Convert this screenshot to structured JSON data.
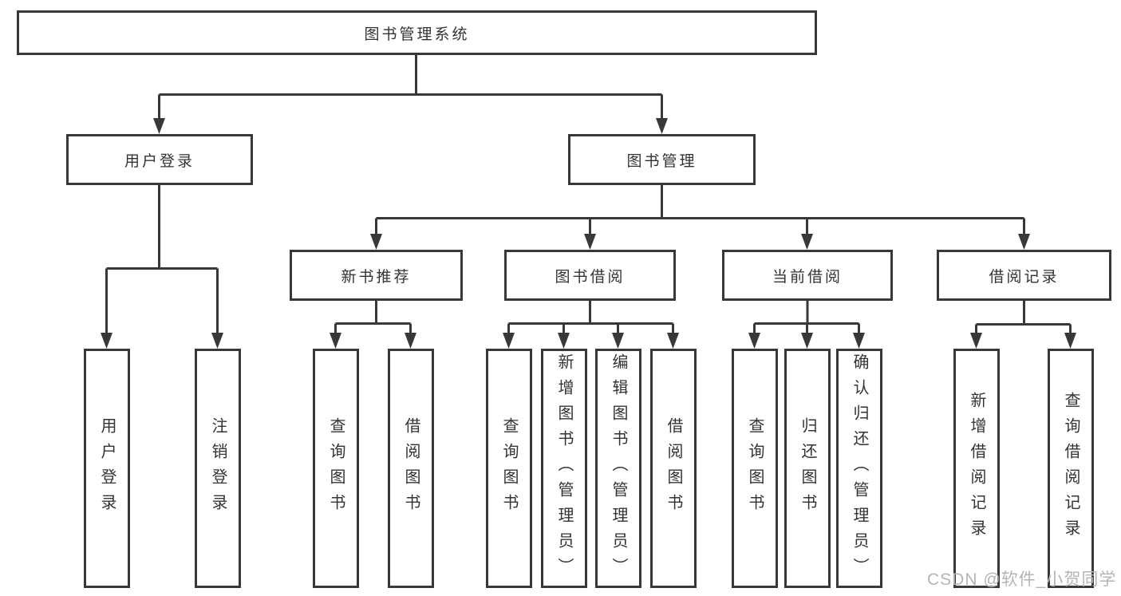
{
  "diagram": {
    "root": {
      "label": "图书管理系统"
    },
    "branches": [
      {
        "label": "用户登录",
        "children": [
          {
            "label": "用户登录"
          },
          {
            "label": "注销登录"
          }
        ]
      },
      {
        "label": "图书管理",
        "children": [
          {
            "label": "新书推荐",
            "children": [
              {
                "label": "查询图书"
              },
              {
                "label": "借阅图书"
              }
            ]
          },
          {
            "label": "图书借阅",
            "children": [
              {
                "label": "查询图书"
              },
              {
                "label": "新增图书（管理员）"
              },
              {
                "label": "编辑图书（管理员）"
              },
              {
                "label": "借阅图书"
              }
            ]
          },
          {
            "label": "当前借阅",
            "children": [
              {
                "label": "查询图书"
              },
              {
                "label": "归还图书"
              },
              {
                "label": "确认归还（管理员）"
              }
            ]
          },
          {
            "label": "借阅记录",
            "children": [
              {
                "label": "新增借阅记录"
              },
              {
                "label": "查询借阅记录"
              }
            ]
          }
        ]
      }
    ]
  },
  "watermark": {
    "text": "CSDN @软件_小贺同学"
  },
  "colors": {
    "line": "#383838",
    "text": "#333333",
    "box_background": "#ffffff",
    "watermark": "#b5b5b5"
  }
}
